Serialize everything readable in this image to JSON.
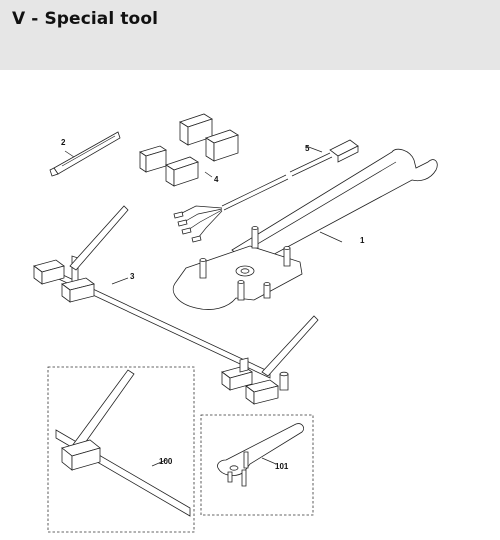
{
  "header": {
    "title": "V - Special tool"
  },
  "parts": [
    {
      "label": "1"
    },
    {
      "label": "2"
    },
    {
      "label": "3"
    },
    {
      "label": "4"
    },
    {
      "label": "5"
    },
    {
      "label": "100"
    },
    {
      "label": "101"
    }
  ]
}
